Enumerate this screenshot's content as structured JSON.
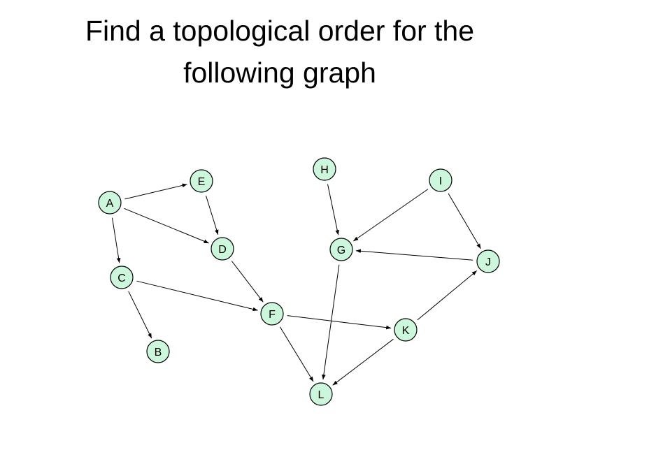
{
  "title": {
    "line1": "Find a topological order for the",
    "line2": "following graph"
  },
  "colors": {
    "node_fill": "#ccf7dc",
    "node_stroke": "#000000",
    "edge": "#000000",
    "text": "#000000"
  },
  "graph": {
    "nodes": [
      {
        "id": "A",
        "label": "A"
      },
      {
        "id": "B",
        "label": "B"
      },
      {
        "id": "C",
        "label": "C"
      },
      {
        "id": "D",
        "label": "D"
      },
      {
        "id": "E",
        "label": "E"
      },
      {
        "id": "F",
        "label": "F"
      },
      {
        "id": "G",
        "label": "G"
      },
      {
        "id": "H",
        "label": "H"
      },
      {
        "id": "I",
        "label": "I"
      },
      {
        "id": "J",
        "label": "J"
      },
      {
        "id": "K",
        "label": "K"
      },
      {
        "id": "L",
        "label": "L"
      }
    ],
    "edges": [
      {
        "from": "A",
        "to": "E"
      },
      {
        "from": "A",
        "to": "D"
      },
      {
        "from": "A",
        "to": "C"
      },
      {
        "from": "E",
        "to": "D"
      },
      {
        "from": "D",
        "to": "F"
      },
      {
        "from": "C",
        "to": "F"
      },
      {
        "from": "C",
        "to": "B"
      },
      {
        "from": "F",
        "to": "K"
      },
      {
        "from": "F",
        "to": "L"
      },
      {
        "from": "H",
        "to": "G"
      },
      {
        "from": "I",
        "to": "G"
      },
      {
        "from": "I",
        "to": "J"
      },
      {
        "from": "J",
        "to": "G"
      },
      {
        "from": "G",
        "to": "L"
      },
      {
        "from": "K",
        "to": "J"
      },
      {
        "from": "K",
        "to": "L"
      }
    ]
  }
}
